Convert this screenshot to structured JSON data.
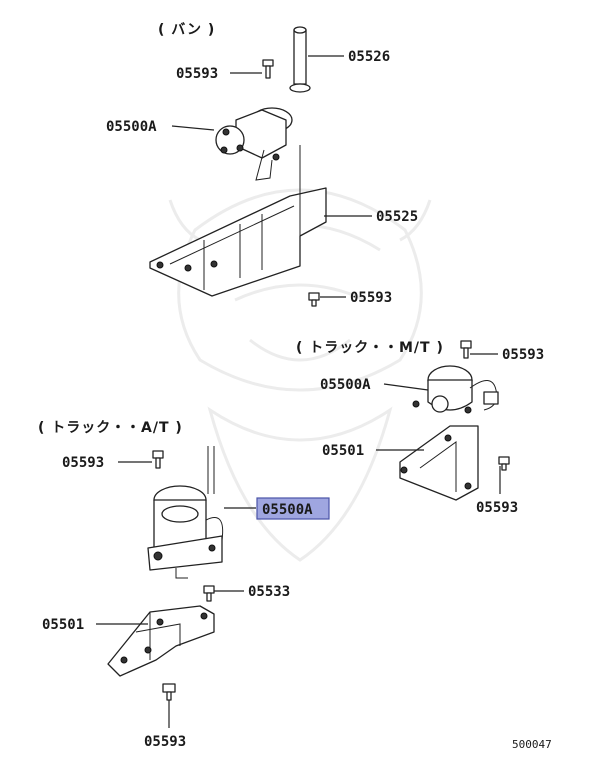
{
  "headers": {
    "van": "( バン )",
    "truck_mt": "( トラック・・M/T )",
    "truck_at": "( トラック・・A/T )"
  },
  "parts": [
    {
      "id": "p1",
      "label": "05526"
    },
    {
      "id": "p2",
      "label": "05593"
    },
    {
      "id": "p3",
      "label": "05500A"
    },
    {
      "id": "p4",
      "label": "05525"
    },
    {
      "id": "p5",
      "label": "05593"
    },
    {
      "id": "p6",
      "label": "05593"
    },
    {
      "id": "p7",
      "label": "05500A"
    },
    {
      "id": "p8",
      "label": "05501"
    },
    {
      "id": "p9",
      "label": "05593"
    },
    {
      "id": "p10",
      "label": "05593"
    },
    {
      "id": "p11",
      "label": "05500A",
      "highlighted": true
    },
    {
      "id": "p12",
      "label": "05533"
    },
    {
      "id": "p13",
      "label": "05501"
    },
    {
      "id": "p14",
      "label": "05593"
    }
  ],
  "diagram_code": "500047",
  "colors": {
    "highlight_fill": "#9fa6e0",
    "highlight_border": "#4a54a8",
    "line": "#222222",
    "watermark": "#ececec"
  },
  "watermark_icon": "samurai-helmet-emblem"
}
